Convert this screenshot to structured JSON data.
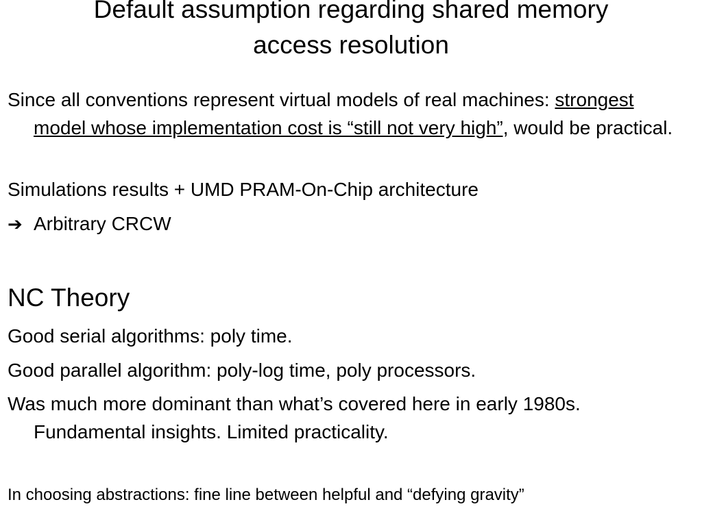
{
  "slide": {
    "title_line1": "Default assumption regarding shared memory",
    "title_line2": "access resolution",
    "p1_lead": "Since all conventions represent virtual models of real machines: ",
    "p1_underlined": "strongest model whose implementation cost is “still not very high”,",
    "p1_tail": " would be practical.",
    "p2": "Simulations results + UMD PRAM-On-Chip architecture",
    "p3_arrow": "➔",
    "p3_text": "Arbitrary CRCW",
    "heading": "NC Theory",
    "p4": "Good serial algorithms: poly time.",
    "p5": "Good parallel algorithm: poly-log  time, poly processors.",
    "p6": "Was much more dominant than what’s covered here in early 1980s. Fundamental insights. Limited practicality.",
    "p7": "In choosing abstractions: fine line between helpful and “defying gravity”"
  }
}
